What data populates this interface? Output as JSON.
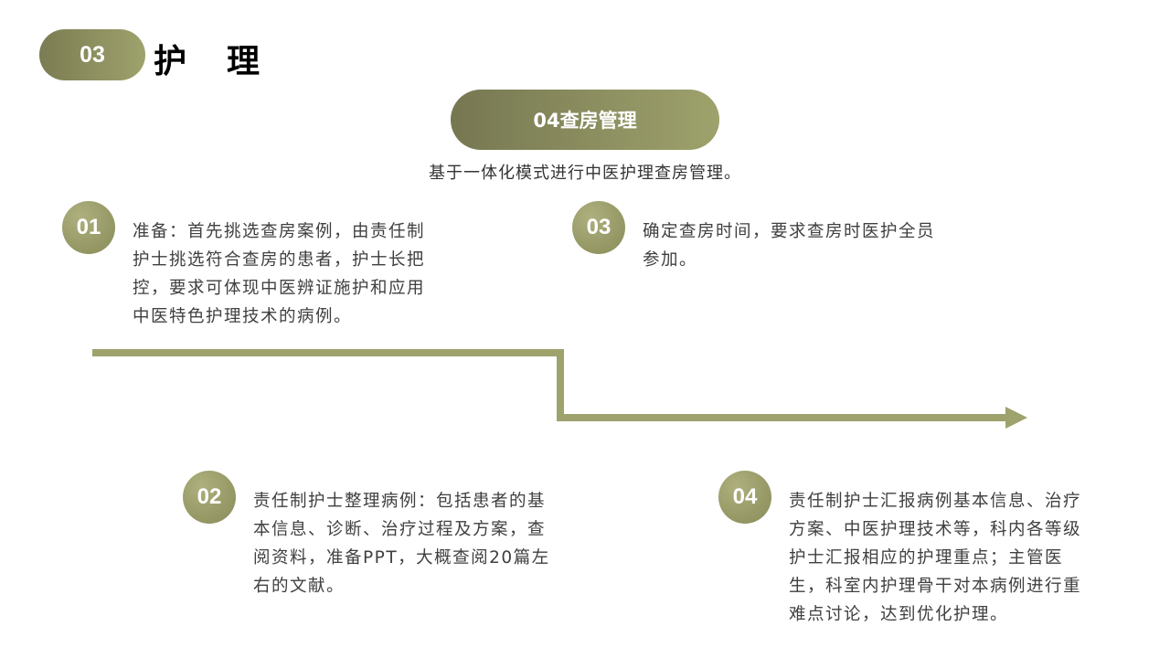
{
  "header": {
    "section_number": "03",
    "section_title": "护理"
  },
  "topic": {
    "title": "04查房管理",
    "subtitle": "基于一体化模式进行中医护理查房管理。"
  },
  "steps": [
    {
      "number": "01",
      "text": "准备：首先挑选查房案例，由责任制护士挑选符合查房的患者，护士长把控，要求可体现中医辨证施护和应用中医特色护理技术的病例。"
    },
    {
      "number": "02",
      "text": "责任制护士整理病例：包括患者的基本信息、诊断、治疗过程及方案，查阅资料，准备PPT，大概查阅20篇左右的文献。"
    },
    {
      "number": "03",
      "text": "确定查房时间，要求查房时医护全员参加。"
    },
    {
      "number": "04",
      "text": "责任制护士汇报病例基本信息、治疗方案、中医护理技术等，科内各等级护士汇报相应的护理重点；主管医生，科室内护理骨干对本病例进行重难点讨论，达到优化护理。"
    }
  ],
  "colors": {
    "accent": "#9ea26c",
    "accent_dark": "#767751",
    "text": "#404040"
  }
}
